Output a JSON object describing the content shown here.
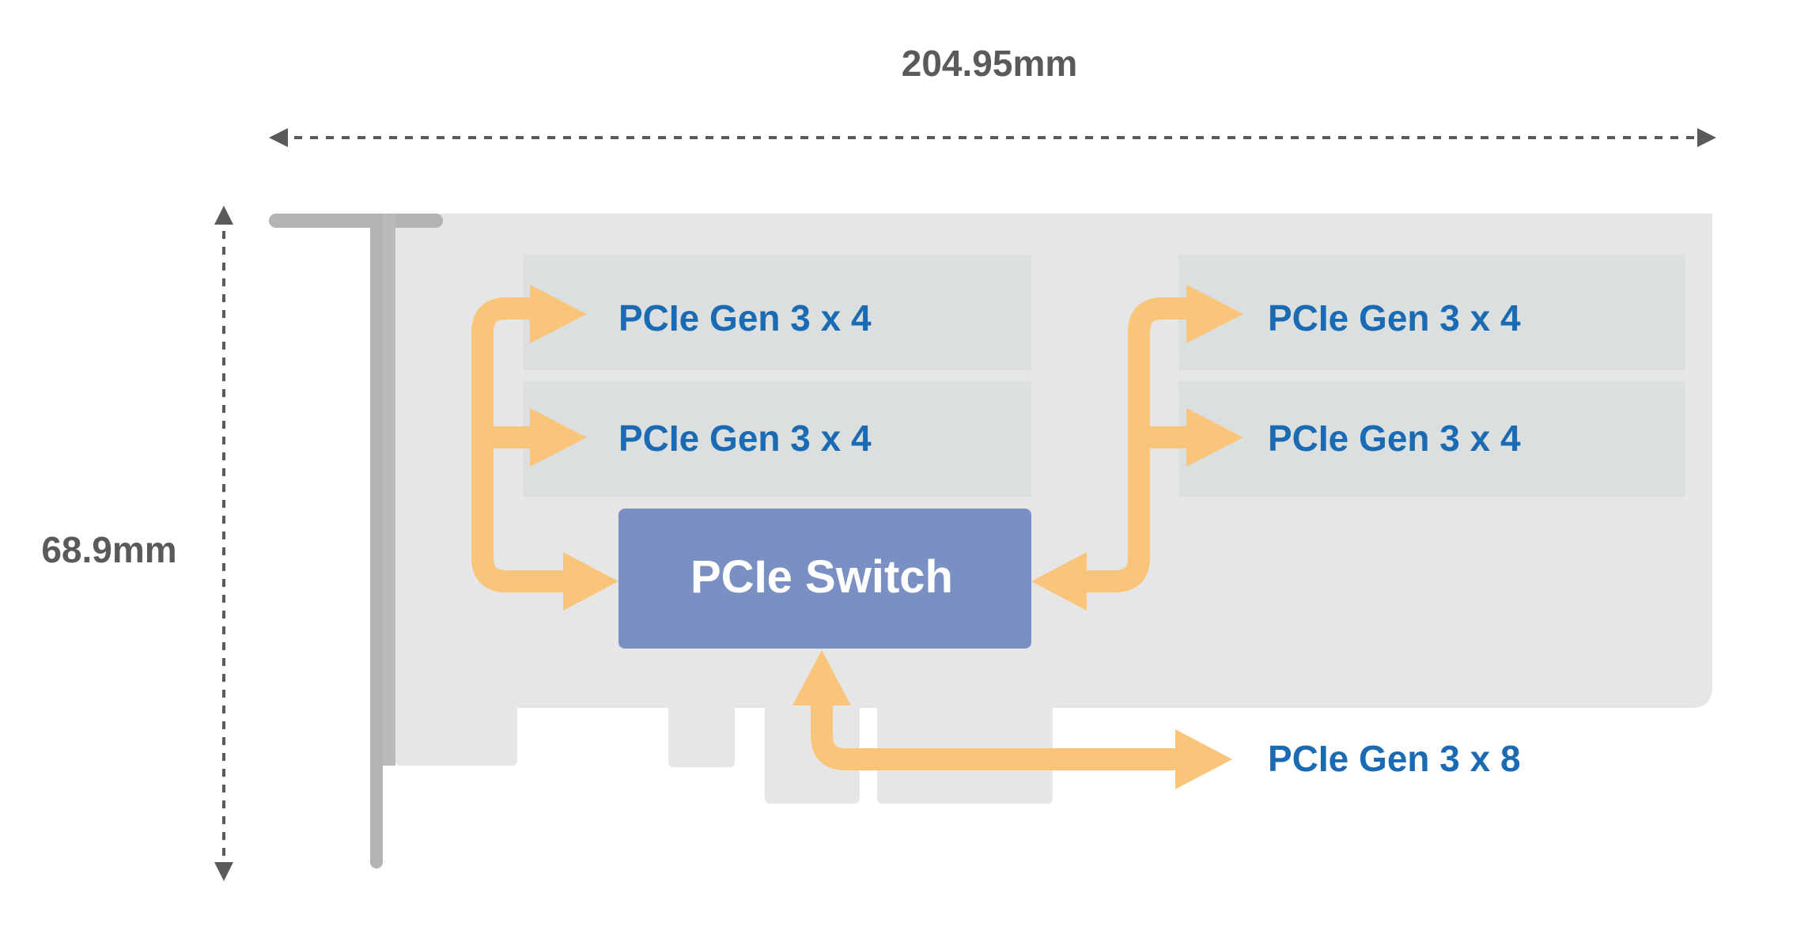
{
  "dimensions": {
    "width_label": "204.95mm",
    "height_label": "68.9mm"
  },
  "switch": {
    "label": "PCIe Switch"
  },
  "ports": {
    "left_top": "PCIe Gen 3 x 4",
    "left_bottom": "PCIe Gen 3 x 4",
    "right_top": "PCIe Gen 3 x 4",
    "right_bottom": "PCIe Gen 3 x 4",
    "host": "PCIe Gen 3 x 8"
  },
  "colors": {
    "board": "#e6e6e6",
    "slot": "#dcdfdf",
    "bracket": "#b3b3b5",
    "switch": "#7a8fc2",
    "arrow": "#f8c57a",
    "label_blue": "#1a6bb3",
    "dimension_gray": "#5a5a5a"
  }
}
